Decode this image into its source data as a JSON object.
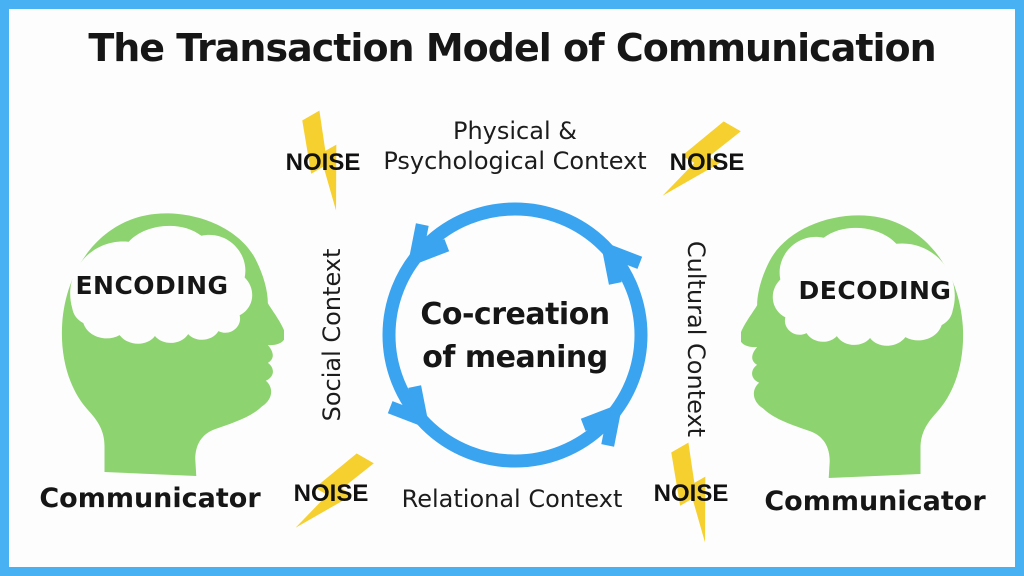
{
  "title": "The Transaction Model of Communication",
  "colors": {
    "frame_border": "#47B1F4",
    "cycle_blue": "#3AA4F1",
    "head_green": "#8DD36F",
    "bolt_yellow": "#F6D02E",
    "text": "#161616"
  },
  "cycle": {
    "center_line1": "Co-creation",
    "center_line2": "of meaning",
    "direction": "counterclockwise"
  },
  "contexts": {
    "top_line1": "Physical &",
    "top_line2": "Psychological Context",
    "left": "Social Context",
    "right": "Cultural Context",
    "bottom": "Relational Context"
  },
  "noise": {
    "top_left": "NOISE",
    "top_right": "NOISE",
    "bottom_left": "NOISE",
    "bottom_right": "NOISE"
  },
  "communicators": {
    "left": {
      "process": "ENCODING",
      "role": "Communicator"
    },
    "right": {
      "process": "DECODING",
      "role": "Communicator"
    }
  }
}
